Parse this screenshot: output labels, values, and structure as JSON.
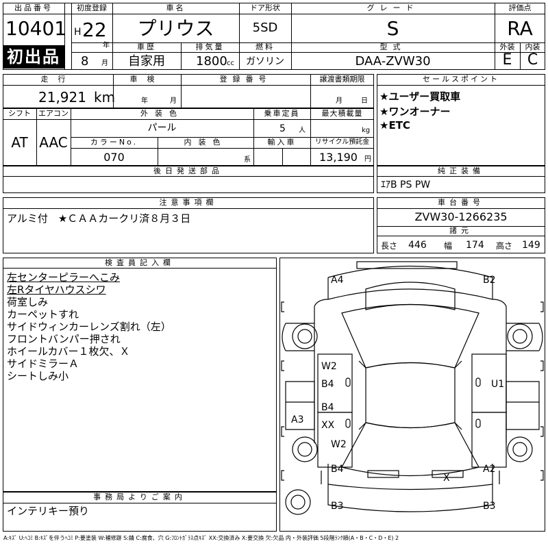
{
  "header": {
    "lot_label": "出品番号",
    "lot_number": "10401",
    "first_listing_badge": "初出品",
    "reg_label": "初度登録",
    "reg_era": "H",
    "reg_year": "22",
    "year_unit": "年",
    "reg_month": "8",
    "month_unit": "月",
    "name_label": "車名",
    "car_name": "プリウス",
    "door_label": "ドア形状",
    "door_type": "5SD",
    "grade_label": "グレード",
    "grade": "S",
    "rating_label": "評価点",
    "rating": "RA",
    "history_label": "車歴",
    "history": "自家用",
    "displacement_label": "排気量",
    "displacement": "1800",
    "cc_unit": "cc",
    "fuel_label": "燃料",
    "fuel": "ガソリン",
    "model_label": "型式",
    "model_code": "DAA-ZVW30",
    "ext_label": "外装",
    "ext_grade": "E",
    "int_label": "内装",
    "int_grade": "C"
  },
  "row2": {
    "mileage_label": "走行",
    "mileage": "21,921",
    "km_unit": "km",
    "inspection_label": "車検",
    "year_unit": "年",
    "month_unit": "月",
    "plate_label": "登録番号",
    "transfer_label": "譲渡書類期限",
    "month_unit2": "月",
    "day_unit": "日"
  },
  "row3": {
    "shift_label": "シフト",
    "shift": "AT",
    "ac_label": "エアコン",
    "ac": "AAC",
    "color_label": "外装色",
    "color": "パール",
    "capacity_label": "乗車定員",
    "capacity": "5",
    "person_unit": "人",
    "load_label": "最大積載量",
    "kg_unit": "kg",
    "colorno_label": "カラーNo.",
    "color_no": "070",
    "interior_color_label": "内装色",
    "kei_unit": "系",
    "import_label": "輸入車",
    "recycle_label": "リサイクル預託金",
    "recycle": "13,190",
    "yen_unit": "円"
  },
  "sales": {
    "label": "セールスポイント",
    "points": [
      "★ユーザー買取車",
      "★ワンオーナー",
      "★ETC"
    ]
  },
  "parts": {
    "label": "後日発送部品"
  },
  "equipment": {
    "label": "純正装備",
    "items": "ｴｱB PS PW"
  },
  "notes": {
    "label": "注意事項欄",
    "text": "アルミ付　★ＣＡＡカークリ済８月３日"
  },
  "chassis": {
    "label": "車台番号",
    "number": "ZVW30-1266235"
  },
  "dims": {
    "label": "諸元",
    "length_label": "長さ",
    "length": "446",
    "width_label": "幅",
    "width": "174",
    "height_label": "高さ",
    "height": "149"
  },
  "inspector": {
    "label": "検査員記入欄",
    "lines": [
      "左センターピラーへこみ",
      "左Rタイヤハウスシワ",
      "荷室しみ",
      "カーペットすれ",
      "サイドウィンカーレンズ割れ（左）",
      "フロントバンパー押され",
      "ホイールカバー１枚欠、Ｘ",
      "サイドミラーＡ",
      "シートしみ小"
    ]
  },
  "office": {
    "label": "事務局よりご案内",
    "text": "インテリキー預り"
  },
  "diagram": {
    "marks": {
      "a4": "A4",
      "b2": "B2",
      "w2a": "W2",
      "b4a": "B4",
      "u1": "U1",
      "b4b": "B4",
      "xx": "XX",
      "a3": "A3",
      "w2b": "W2",
      "b4c": "B4",
      "a2": "A2",
      "x": "X",
      "b3a": "B3",
      "b3b": "B3"
    }
  },
  "legend": "A:ｷｽﾞ U:ﾍｺﾐ B:ｷｽﾞを伴うﾍｺﾐ P:要塗装 W:補修跡 S:錆 C:腐食、穴 G:ﾌﾛﾝﾄｶﾞﾗｽ点ｷｽﾞ XX:交換済み X:要交換 欠:欠品 内・外装評価 5段階ﾗﾝｸ順(A・B・C・D・E) 2"
}
